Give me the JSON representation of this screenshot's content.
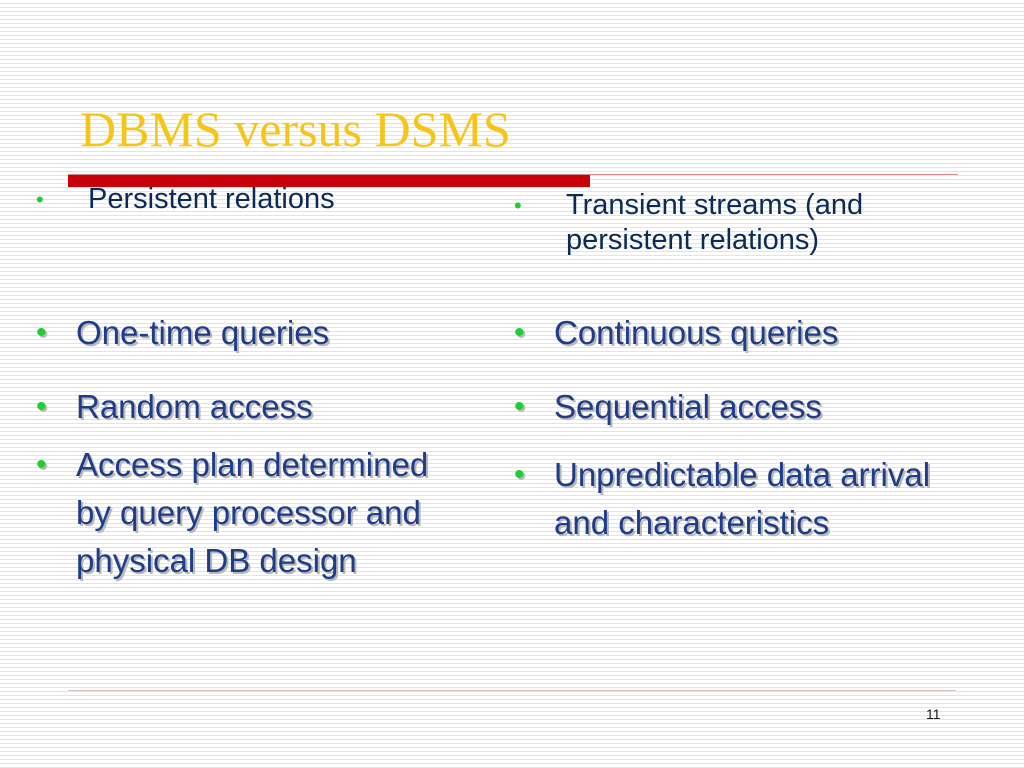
{
  "slide": {
    "title": "DBMS versus DSMS",
    "page_number": "11",
    "colors": {
      "title": "#f5c518",
      "accent_bar": "#c8000a",
      "bullet": "#22cc33",
      "text": "#1f3c88"
    }
  },
  "left_column": {
    "header": "Persistent relations",
    "items": [
      "One-time queries",
      "Random access",
      "Access plan determined by query processor and physical DB design"
    ]
  },
  "right_column": {
    "header": "Transient streams (and persistent relations)",
    "items": [
      "Continuous queries",
      "Sequential access",
      "Unpredictable data arrival and characteristics"
    ]
  },
  "bullet_glyph": "•"
}
